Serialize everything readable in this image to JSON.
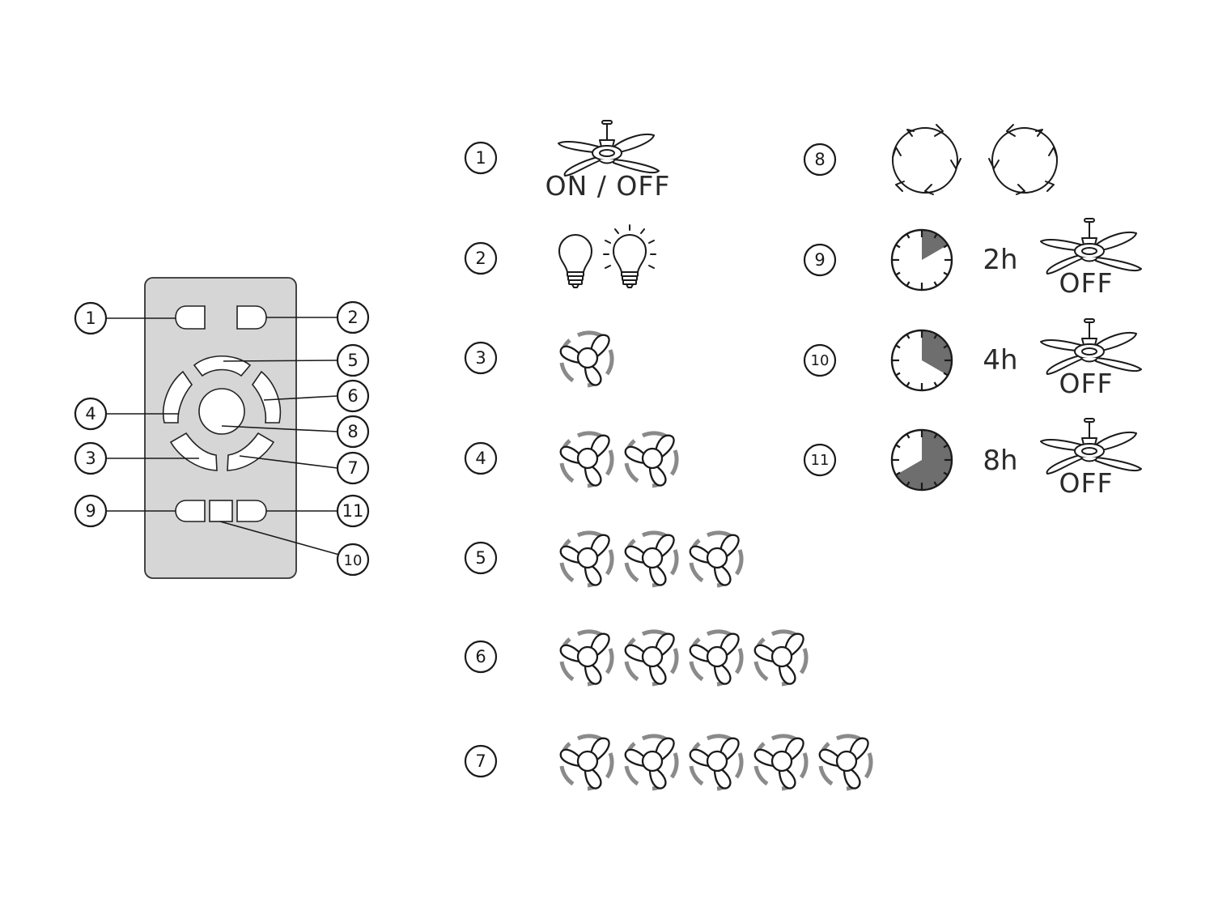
{
  "remote": {
    "callouts": [
      {
        "id": "1",
        "label": "1"
      },
      {
        "id": "2",
        "label": "2"
      },
      {
        "id": "3",
        "label": "3"
      },
      {
        "id": "4",
        "label": "4"
      },
      {
        "id": "5",
        "label": "5"
      },
      {
        "id": "6",
        "label": "6"
      },
      {
        "id": "7",
        "label": "7"
      },
      {
        "id": "8",
        "label": "8"
      },
      {
        "id": "9",
        "label": "9"
      },
      {
        "id": "10",
        "label": "10"
      },
      {
        "id": "11",
        "label": "11"
      }
    ],
    "body_color": "#d6d6d6"
  },
  "legend": [
    {
      "number": "1",
      "text": "ON / OFF",
      "icon": "ceiling-fan-icon"
    },
    {
      "number": "2",
      "icon": "light-bulb-icon"
    },
    {
      "number": "3",
      "speed_count": 1,
      "icon": "fan-speed-icon"
    },
    {
      "number": "4",
      "speed_count": 2,
      "icon": "fan-speed-icon"
    },
    {
      "number": "5",
      "speed_count": 3,
      "icon": "fan-speed-icon"
    },
    {
      "number": "6",
      "speed_count": 4,
      "icon": "fan-speed-icon"
    },
    {
      "number": "7",
      "speed_count": 5,
      "icon": "fan-speed-icon"
    },
    {
      "number": "8",
      "icon": "rotation-direction-icon"
    },
    {
      "number": "9",
      "hours": "2h",
      "text": "OFF",
      "timer_fraction": 0.1667,
      "icon": "timer-clock-icon"
    },
    {
      "number": "10",
      "hours": "4h",
      "text": "OFF",
      "timer_fraction": 0.3333,
      "icon": "timer-clock-icon"
    },
    {
      "number": "11",
      "hours": "8h",
      "text": "OFF",
      "timer_fraction": 0.6667,
      "icon": "timer-clock-icon"
    }
  ],
  "colors": {
    "fill_gray": "#6e6e6e",
    "speed_arc_gray": "#8a8a8a"
  }
}
